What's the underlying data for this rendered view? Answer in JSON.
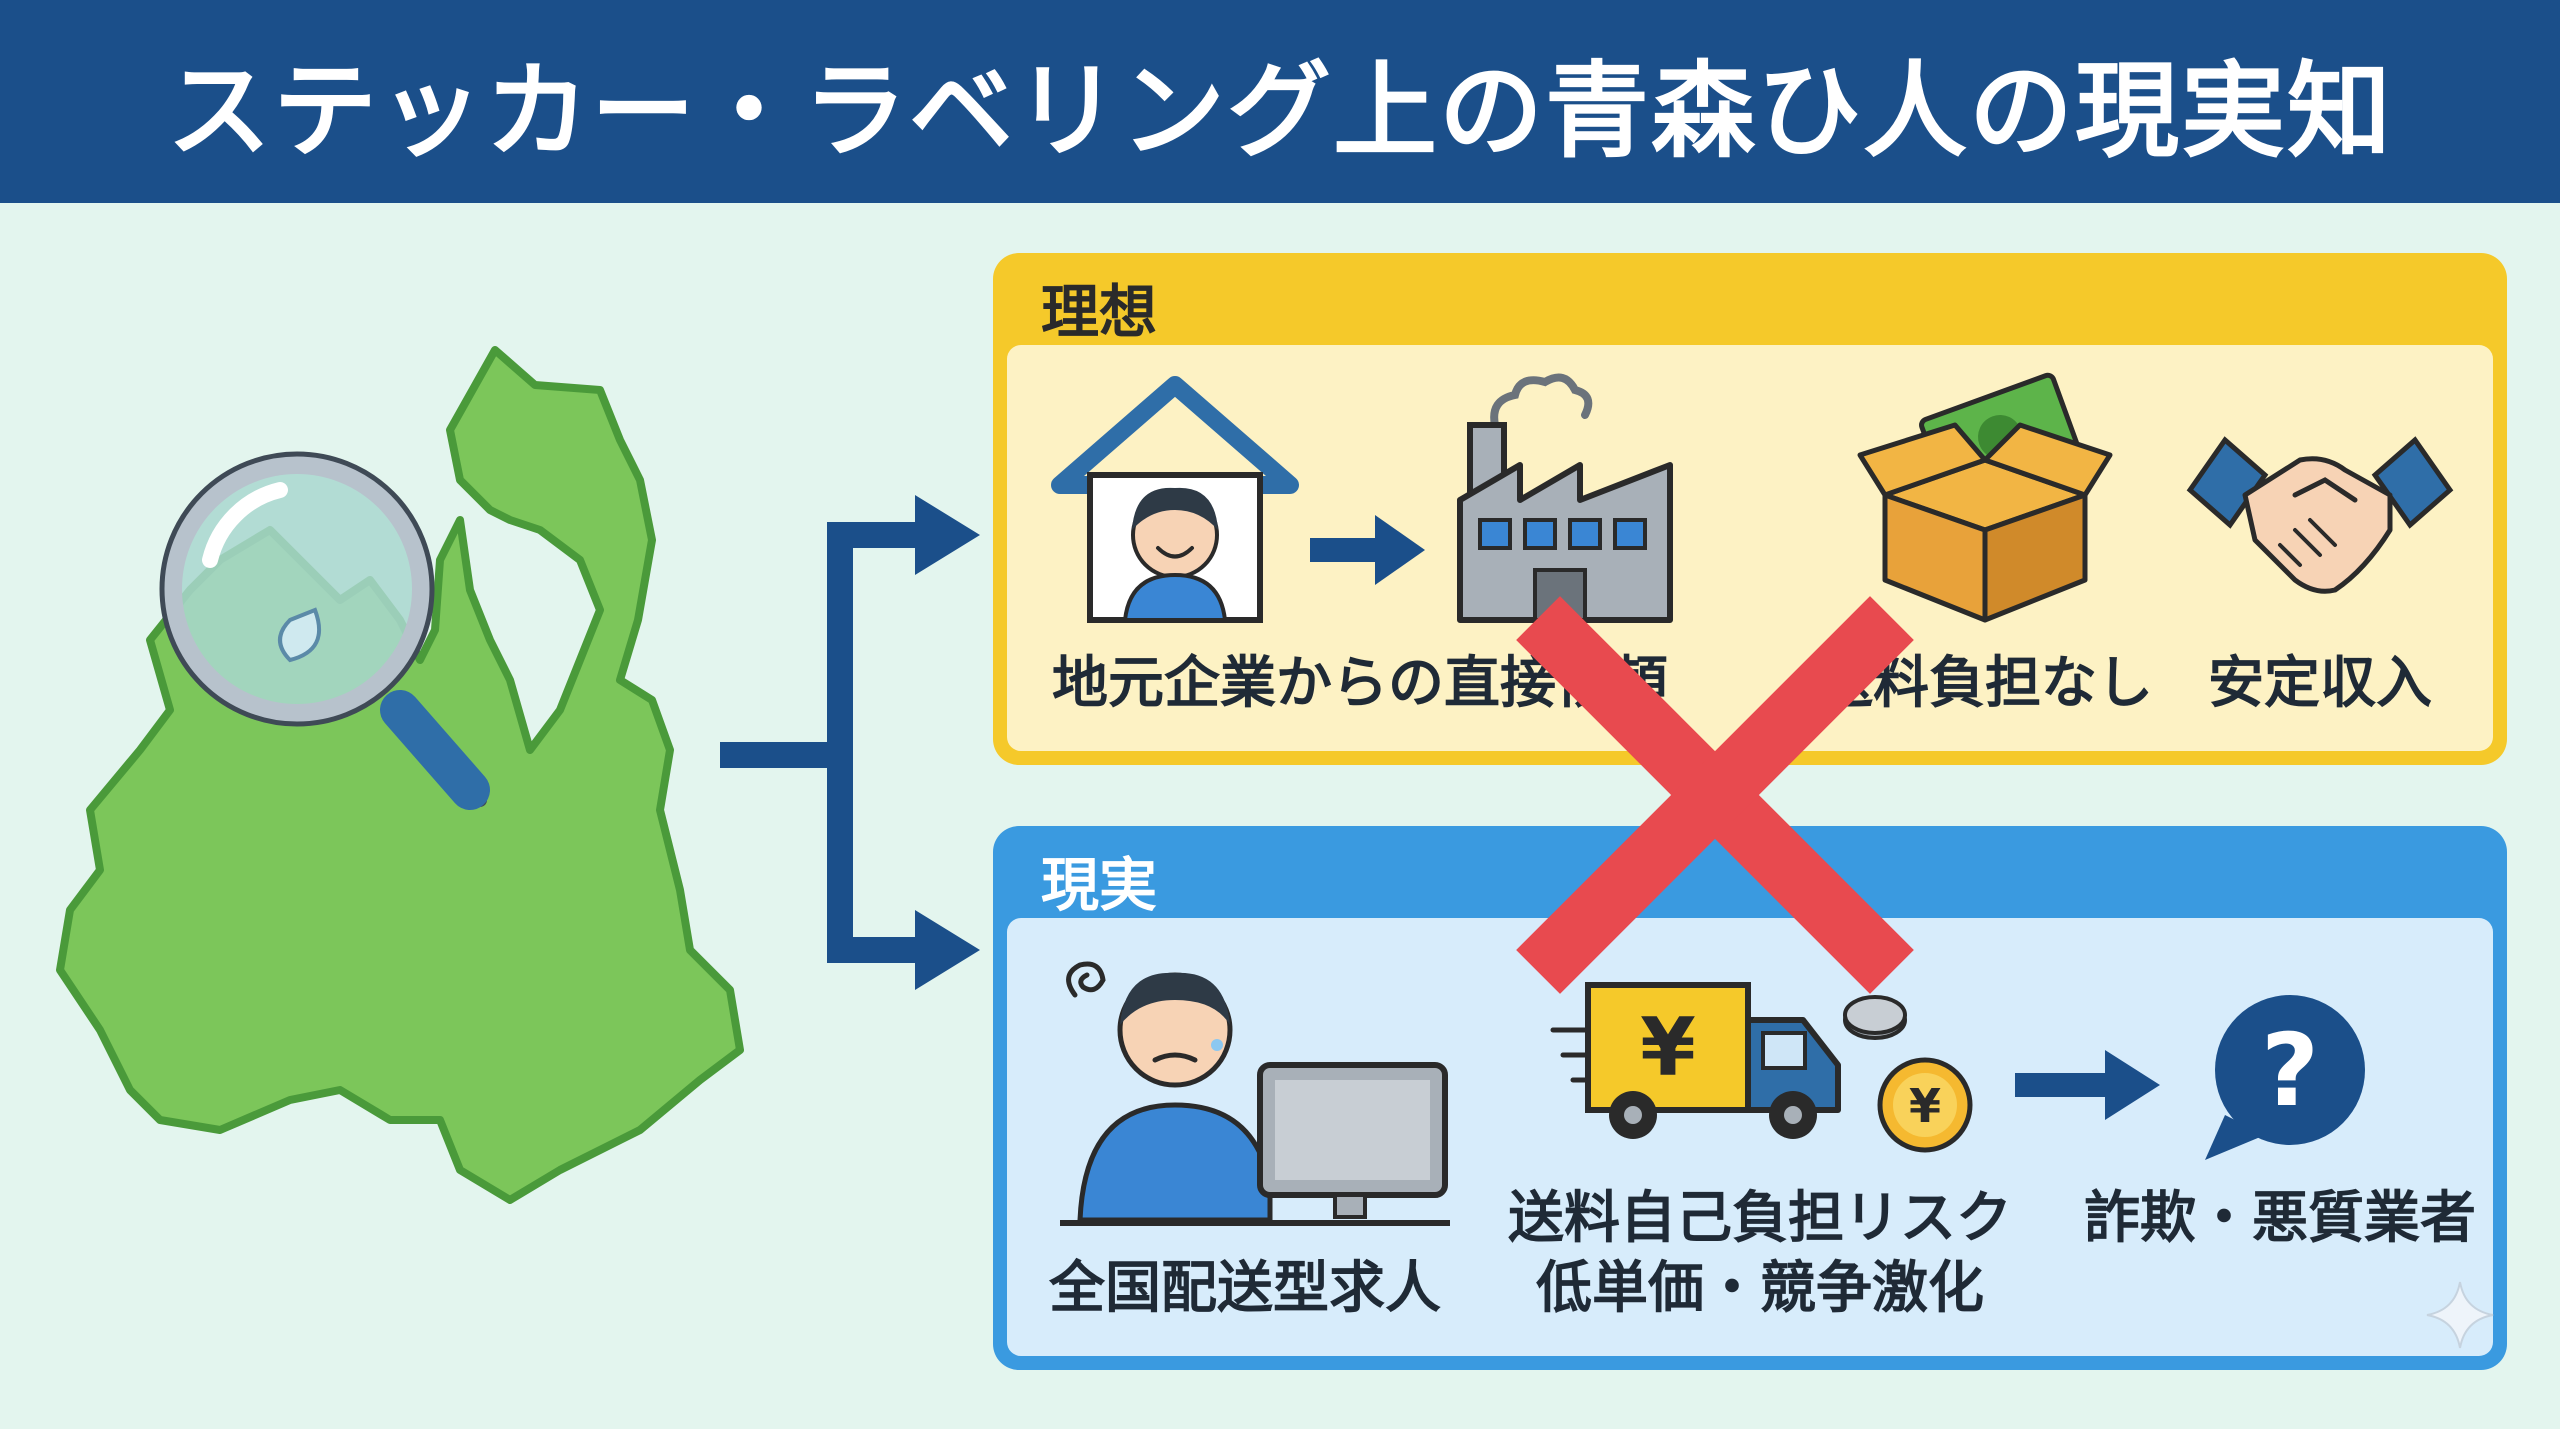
{
  "title": "ステッカー・ラベリング上の青森ひ人の現実知",
  "ideal": {
    "header": "理想",
    "items": [
      {
        "label": "地元企業からの直接依頼"
      },
      {
        "label": "送料負担なし"
      },
      {
        "label": "安定収入"
      }
    ]
  },
  "reality": {
    "header": "現実",
    "items": [
      {
        "label": "全国配送型求人"
      },
      {
        "label_line1": "送料自己負担リスク",
        "label_line2": "低単価・競争激化"
      },
      {
        "label": "詐欺・悪質業者"
      }
    ],
    "yen_symbol": "¥",
    "question_symbol": "?"
  },
  "colors": {
    "title_bg": "#1b4f8a",
    "ideal_accent": "#f5c92a",
    "reality_accent": "#3a9ae0",
    "map_green": "#7cc65a",
    "arrow_blue": "#1b4f8a",
    "cross_red": "#e84a4f"
  }
}
